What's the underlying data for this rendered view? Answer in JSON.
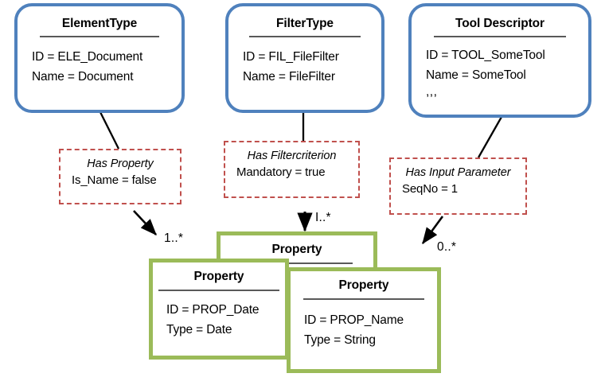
{
  "diagram": {
    "title": "UML Instance Diagram",
    "colors": {
      "instance_border": "#4F81BD",
      "association_border": "#C0504D",
      "property_border": "#9BBB59",
      "rule": "#595959",
      "text": "#000000",
      "background": "#FFFFFF"
    }
  },
  "instances": [
    {
      "name": "element-type",
      "title": "ElementType",
      "attributes": [
        "ID = ELE_Document",
        "Name = Document"
      ],
      "ellipsis": ""
    },
    {
      "name": "filter-type",
      "title": "FilterType",
      "attributes": [
        "ID = FIL_FileFilter",
        "Name = FileFilter"
      ],
      "ellipsis": ""
    },
    {
      "name": "tool-descriptor",
      "title": "Tool Descriptor",
      "attributes": [
        "ID = TOOL_SomeTool",
        "Name = SomeTool"
      ],
      "ellipsis": ",,,"
    }
  ],
  "associations": [
    {
      "name": "has-property",
      "title": "Has Property",
      "attribute": "Is_Name = false"
    },
    {
      "name": "has-filtercriterion",
      "title": "Has Filtercriterion",
      "attribute": "Mandatory = true"
    },
    {
      "name": "has-input-parameter",
      "title": "Has Input Parameter",
      "attribute": "SeqNo = 1"
    }
  ],
  "properties": [
    {
      "name": "property-back",
      "title": "Property",
      "attributes": []
    },
    {
      "name": "property-date",
      "title": "Property",
      "attributes": [
        "ID = PROP_Date",
        "Type = Date"
      ]
    },
    {
      "name": "property-name",
      "title": "Property",
      "attributes": [
        "ID = PROP_Name",
        "Type = String"
      ]
    }
  ],
  "multiplicities": [
    {
      "name": "multiplicity-has-property",
      "label": "1..*"
    },
    {
      "name": "multiplicity-has-filtercriterion",
      "label": "I..*"
    },
    {
      "name": "multiplicity-has-input-parameter",
      "label": "0..*"
    }
  ]
}
